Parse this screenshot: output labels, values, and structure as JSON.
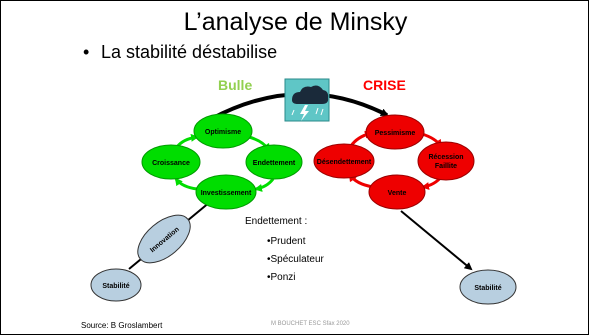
{
  "title": "L’analyse de Minsky",
  "bullet": "La stabilité déstabilise",
  "labels": {
    "bulle": "Bulle",
    "crise": "CRISE"
  },
  "bubble_cycle": [
    "Optimisme",
    "Endettement",
    "Investissement",
    "Croissance"
  ],
  "crisis_cycle": [
    "Pessimisme",
    "Récession Faillite",
    "Vente",
    "Désendettement"
  ],
  "bubble_nodes": {
    "optimisme": "Optimisme",
    "endettement": "Endettement",
    "investissement": "Investissement",
    "croissance": "Croissance"
  },
  "crisis_nodes": {
    "pessimisme": "Pessimisme",
    "recession_line1": "Récession",
    "recession_line2": "Faillite",
    "vente": "Vente",
    "desendettement": "Désendettement"
  },
  "start": {
    "stabilite": "Stabilité",
    "innovation": "Innovation"
  },
  "end": {
    "stabilite": "Stabilité"
  },
  "debt": {
    "heading": "Endettement :",
    "items": [
      "•Prudent",
      "•Spéculateur",
      "•Ponzi"
    ]
  },
  "source": "Source: B Groslambert",
  "footer": "M BOUCHET ESC Sfax 2020",
  "storm_icon": "storm-cloud-icon",
  "colors": {
    "bubble": "#00dd00",
    "crisis": "#ee0000",
    "storm_bg": "#5fc6c6",
    "bulle_text": "#92d050",
    "crise_text": "#ff0000",
    "start_node": "#b8cfe0"
  }
}
